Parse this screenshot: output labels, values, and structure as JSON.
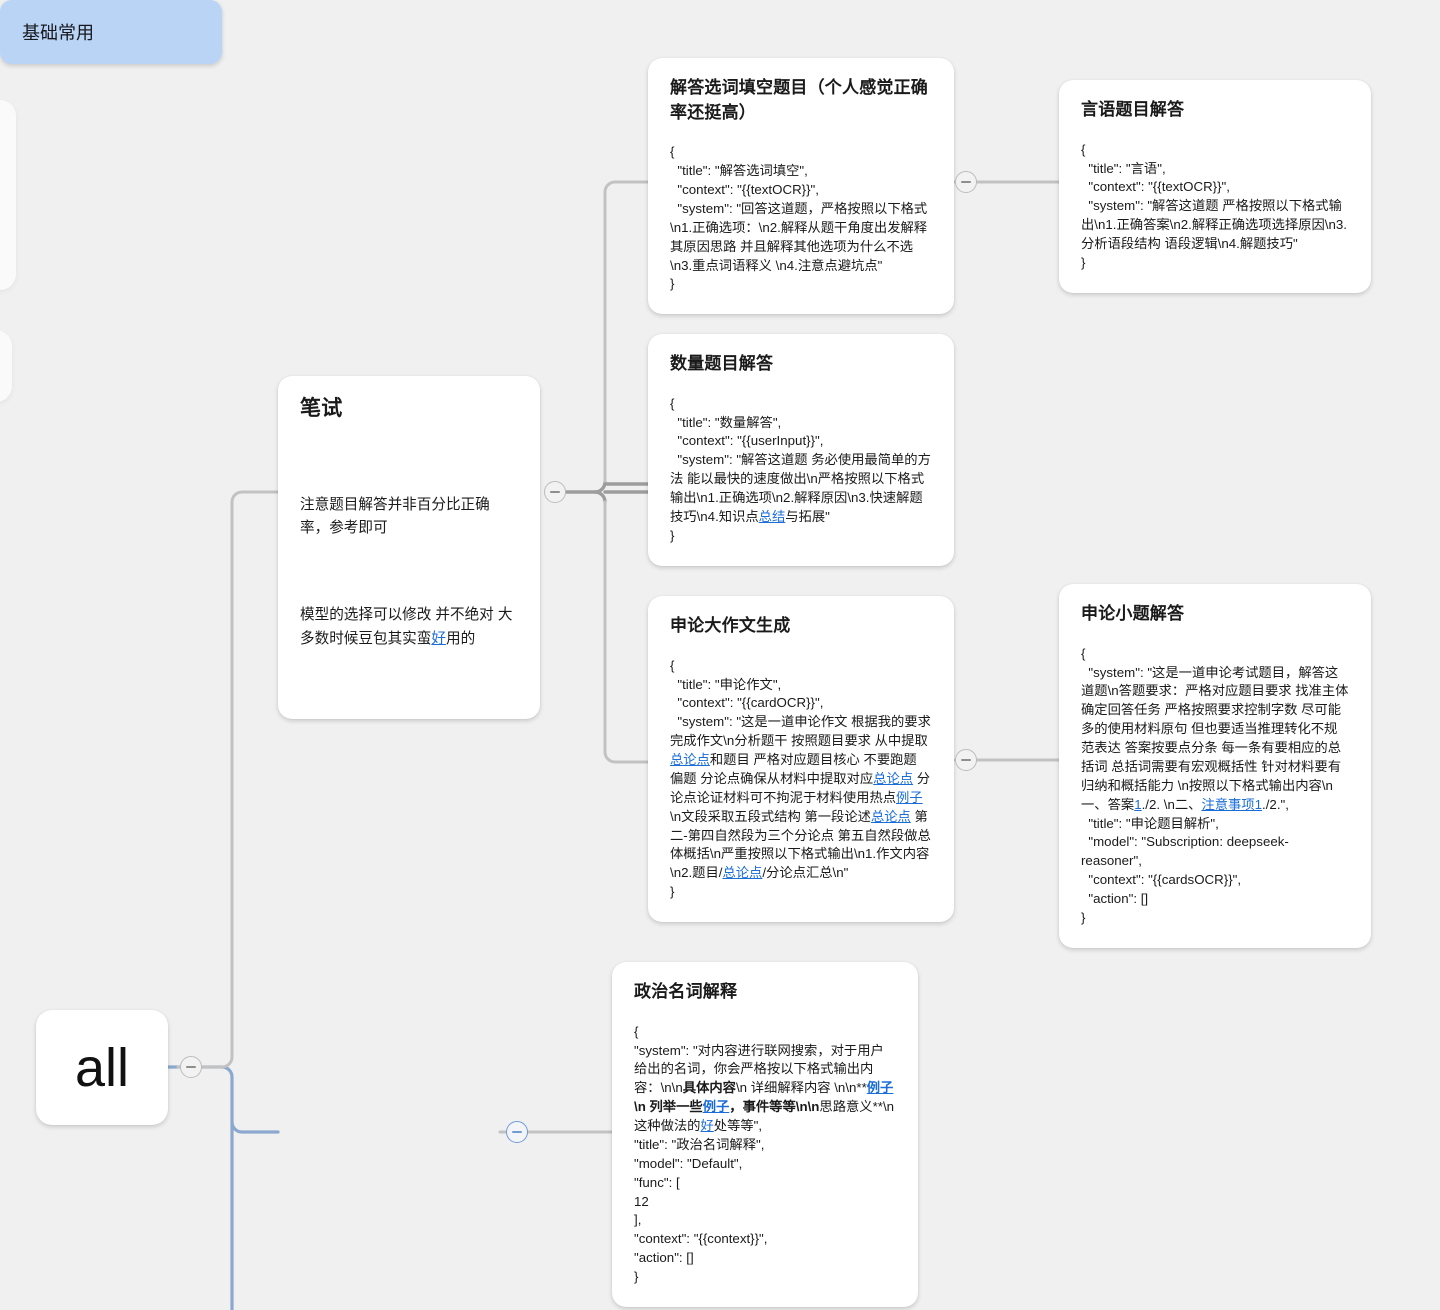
{
  "app": {
    "canvas_background": "#f0f0f0",
    "link_color": "#1a6dd8",
    "selected_node_color": "#bad4f5",
    "edge_color": "#bfbfbf",
    "selected_edge_color": "#8ba9cf"
  },
  "root": {
    "label": "all"
  },
  "nodes": {
    "bishi": {
      "title": "笔试",
      "paragraph_1": "注意题目解答并非百分比正确率，参考即可",
      "paragraph_2_prefix": "模型的选择可以修改 并不绝对 大多数时候豆包其实蛮",
      "paragraph_2_link": "好",
      "paragraph_2_suffix": "用的"
    },
    "basic": {
      "label": "基础常用"
    },
    "cloze": {
      "title": "解答选词填空题目（个人感觉正确率还挺高）",
      "body": "{\n  \"title\": \"解答选词填空\",\n  \"context\": \"{{textOCR}}\",\n  \"system\": \"回答这道题，严格按照以下格式\\n1.正确选项：\\n2.解释从题干角度出发解释其原因思路 并且解释其他选项为什么不选\\n3.重点词语释义 \\n4.注意点避坑点\"\n}"
    },
    "yanyu": {
      "title": "言语题目解答",
      "body": "{\n  \"title\": \"言语\",\n  \"context\": \"{{textOCR}}\",\n  \"system\": \"解答这道题 严格按照以下格式输出\\n1.正确答案\\n2.解释正确选项选择原因\\n3.分析语段结构 语段逻辑\\n4.解题技巧\"\n}"
    },
    "shuliang": {
      "title": "数量题目解答",
      "body_before_link": "{\n  \"title\": \"数量解答\",\n  \"context\": \"{{userInput}}\",\n  \"system\": \"解答这道题 务必使用最简单的方法 能以最快的速度做出\\n严格按照以下格式输出\\n1.正确选项\\n2.解释原因\\n3.快速解题技巧\\n4.知识点",
      "body_link": "总结",
      "body_after_link": "与拓展\"\n}"
    },
    "shenlun_big": {
      "title": "申论大作文生成",
      "segments": [
        {
          "t": "{\n  \"title\": \"申论作文\",\n  \"context\": \"{{cardOCR}}\",\n  \"system\": \"这是一道申论作文 根据我的要求完成作文\\n分析题干 按照题目要求 从中提取",
          "link": false
        },
        {
          "t": "总论点",
          "link": true
        },
        {
          "t": "和题目 严格对应题目核心 不要跑题 偏题 分论点确保从材料中提取对应",
          "link": false
        },
        {
          "t": "总论点",
          "link": true
        },
        {
          "t": " 分论点论证材料可不拘泥于材料使用热点",
          "link": false
        },
        {
          "t": "例子",
          "link": true
        },
        {
          "t": "\\n文段采取五段式结构 第一段论述",
          "link": false
        },
        {
          "t": "总论点",
          "link": true
        },
        {
          "t": " 第二-第四自然段为三个分论点 第五自然段做总体概括\\n严重按照以下格式输出\\n1.作文内容\\n2.题目/",
          "link": false
        },
        {
          "t": "总论点",
          "link": true
        },
        {
          "t": "/分论点汇总\\n\"\n}",
          "link": false
        }
      ]
    },
    "shenlun_small": {
      "title": "申论小题解答",
      "segments": [
        {
          "t": "{\n  \"system\": \"这是一道申论考试题目，解答这道题\\n答题要求：严格对应题目要求 找准主体 确定回答任务 严格按照要求控制字数 尽可能多的使用材料原句 但也要适当推理转化不规范表达 答案按要点分条 每一条有要相应的总括词 总括词需要有宏观概括性 针对材料要有归纳和概括能力 \\n按照以下格式输出内容\\n一、答案",
          "link": false
        },
        {
          "t": "1",
          "link": true
        },
        {
          "t": "./2. \\n二、",
          "link": false
        },
        {
          "t": "注意事项1",
          "link": true
        },
        {
          "t": "./2.\",\n  \"title\": \"申论题目解析\",\n  \"model\": \"Subscription: deepseek-reasoner\",\n  \"context\": \"{{cardsOCR}}\",\n  \"action\": []\n}",
          "link": false
        }
      ]
    },
    "zhengzhi": {
      "title": "政治名词解释",
      "segments": [
        {
          "t": "{\n\"system\": \"对内容进行联网搜索，对于用户给出的名词，你会严格按以下格式输出内容：\\n\\n",
          "link": false,
          "bold": false
        },
        {
          "t": "具体内容",
          "link": false,
          "bold": true
        },
        {
          "t": "\\n 详细解释内容 \\n\\n**",
          "link": false,
          "bold": false
        },
        {
          "t": "例子",
          "link": true,
          "bold": true
        },
        {
          "t": "\\n 列举一些",
          "link": false,
          "bold": true
        },
        {
          "t": "例子",
          "link": true,
          "bold": true
        },
        {
          "t": "，事件等等\\n\\n",
          "link": false,
          "bold": true
        },
        {
          "t": "思路意义**\\n 这种做法的",
          "link": false,
          "bold": false
        },
        {
          "t": "好",
          "link": true,
          "bold": false
        },
        {
          "t": "处等等\",\n\"title\": \"政治名词解释\",\n\"model\": \"Default\",\n\"func\": [\n12\n],\n\"context\": \"{{context}}\",\n\"action\": []\n}",
          "link": false,
          "bold": false
        }
      ]
    }
  },
  "toggles": [
    {
      "name": "toggle-bishi",
      "state": "expanded",
      "icon": "minus-icon"
    },
    {
      "name": "toggle-cloze",
      "state": "expanded",
      "icon": "minus-icon"
    },
    {
      "name": "toggle-shenlun-big",
      "state": "expanded",
      "icon": "minus-icon"
    },
    {
      "name": "toggle-root",
      "state": "expanded",
      "icon": "minus-icon"
    },
    {
      "name": "toggle-basic",
      "state": "expanded",
      "icon": "minus-icon"
    }
  ]
}
